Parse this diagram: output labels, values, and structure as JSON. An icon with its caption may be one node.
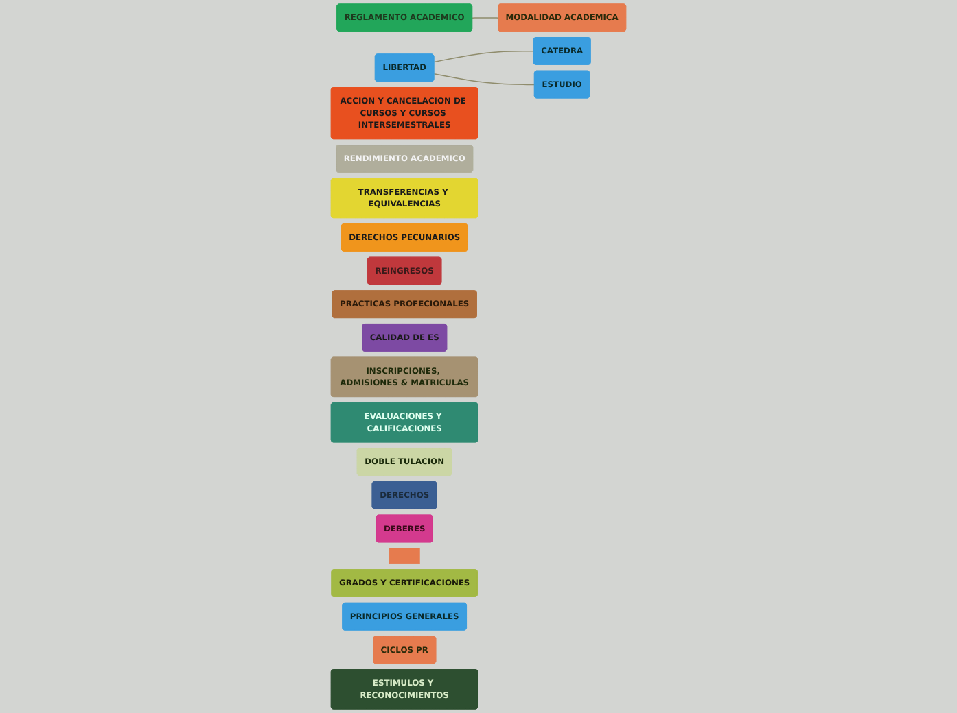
{
  "diagram": {
    "nodes": [
      {
        "text": [
          "ACCION Y CANCELACION DE CURSOS Y CURSOS INTERSEMESTRALES"
        ]
      },
      {
        "text": [
          "RENDIMIENTO ACADEMICO"
        ]
      },
      {
        "text": [
          "TRANSFERENCIAS Y EQUIVALENCIAS"
        ]
      },
      {
        "text": [
          "DERECHOS PECUNARIOS"
        ]
      },
      {
        "text": [
          "REINGRESOS"
        ]
      },
      {
        "text": [
          "PRACTICAS PROFECIONALES"
        ]
      },
      {
        "text": [
          "CALIDAD DE ES"
        ]
      },
      {
        "text": [
          "INSCRIPCIONES, ADMISIONES & MATRICULAS"
        ]
      },
      {
        "text": [
          "EVALUACIONES Y CALIFICACIONES"
        ]
      },
      {
        "text": [
          "DOBLE TULACION"
        ]
      },
      {
        "text": [
          "REGLAMENTO ACADEMICO"
        ]
      },
      {
        "text": [
          "DERECHOS"
        ]
      },
      {
        "text": [
          "MODALIDAD ACADEMICA"
        ]
      },
      {
        "text": [
          "DEBERES"
        ]
      },
      {
        "text": [],
        "shape": "box"
      },
      {
        "text": [
          "GRADOS Y CERTIFICACIONES"
        ]
      },
      {
        "text": [
          "PRINCIPIOS GENERALES"
        ]
      },
      {
        "text": [
          "CICLOS PR"
        ]
      },
      {
        "text": [
          "ESTIMULOS Y RECONOCIMIENTOS"
        ]
      },
      {
        "text": [
          "LIBERTAD"
        ]
      },
      {
        "text": [
          "CATEDRA"
        ]
      },
      {
        "text": [
          "ESTUDIO"
        ]
      }
    ],
    "edges": [
      {
        "from": 10,
        "to": 12,
        "arrow": "none"
      },
      {
        "from": 19,
        "to": 20,
        "arrow": "none"
      },
      {
        "from": 19,
        "to": 21,
        "arrow": "none"
      }
    ]
  }
}
